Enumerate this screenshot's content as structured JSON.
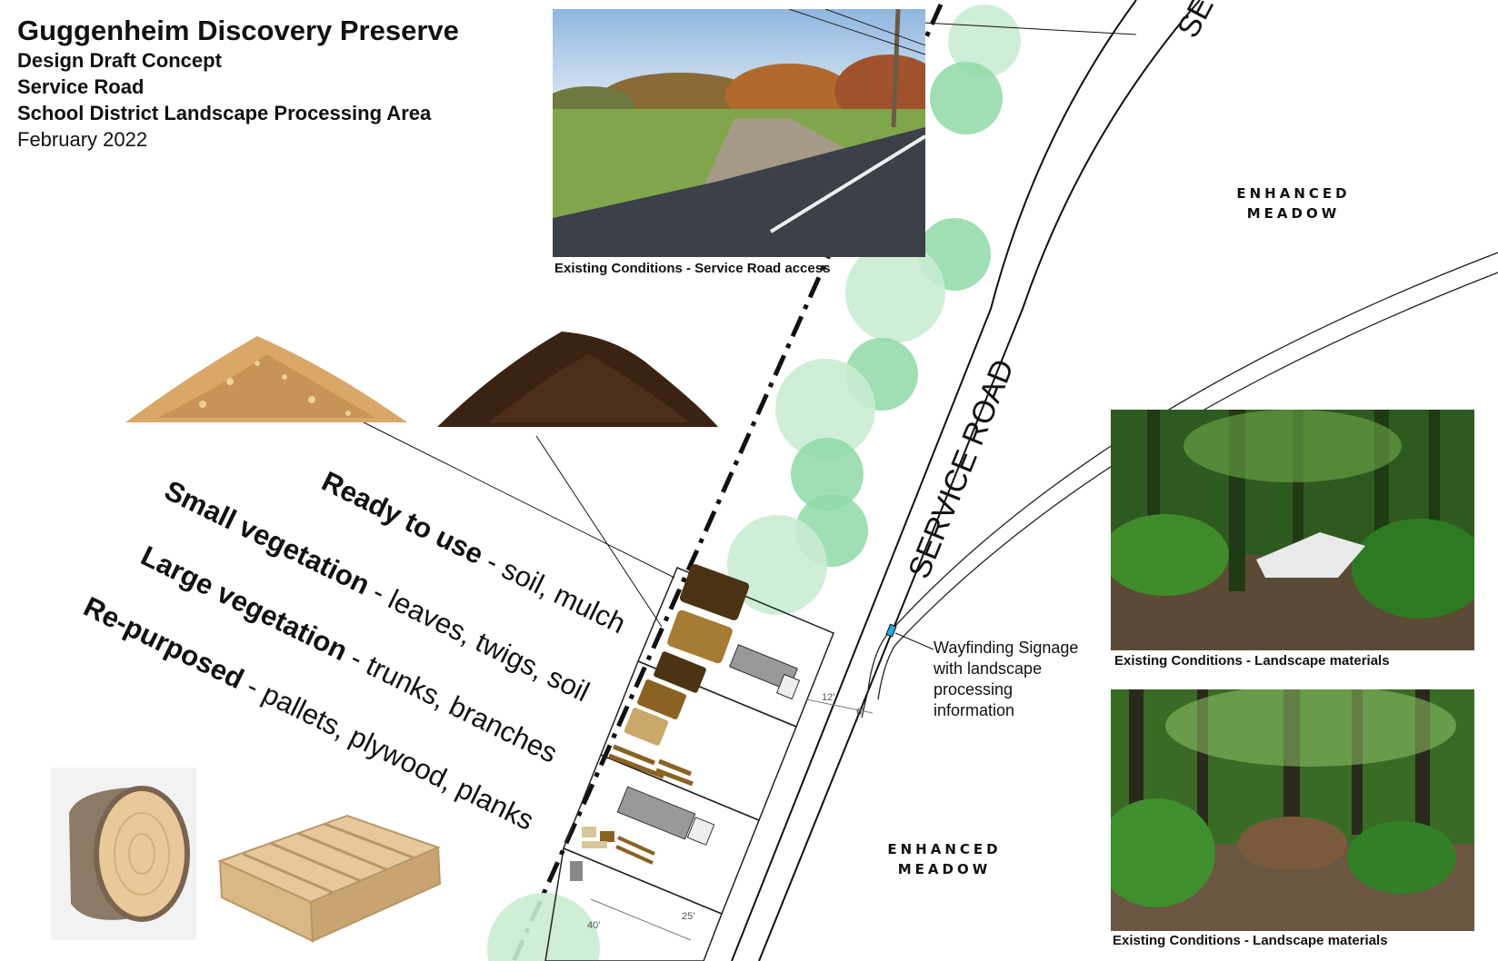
{
  "title": {
    "main": "Guggenheim Discovery Preserve",
    "line1": "Design Draft Concept",
    "line2": "Service Road",
    "line3": "School District Landscape Processing Area",
    "date": "February 2022"
  },
  "captions": {
    "top_photo": "Existing Conditions - Service Road access",
    "right_photo_1": "Existing Conditions - Landscape materials",
    "right_photo_2": "Existing Conditions - Landscape materials"
  },
  "meadow_labels": {
    "upper": [
      "ENHANCED",
      "MEADOW"
    ],
    "lower": [
      "ENHANCED",
      "MEADOW"
    ]
  },
  "road": {
    "label": "SERVICE ROAD",
    "top_label_fragment": "SE"
  },
  "categories": [
    {
      "bold": "Ready to use",
      "rest": " - soil, mulch"
    },
    {
      "bold": "Small vegetation",
      "rest": " - leaves, twigs, soil"
    },
    {
      "bold": "Large vegetation",
      "rest": " - trunks, branches"
    },
    {
      "bold": "Re-purposed",
      "rest": " - pallets, plywood, planks"
    }
  ],
  "signage": {
    "lines": [
      "Wayfinding Signage",
      "with landscape",
      "processing",
      "information"
    ]
  },
  "dimensions": {
    "d12": "12'",
    "d6": "6'",
    "d25": "25'",
    "d40": "40'"
  },
  "colors": {
    "tree_light": "#c9ecd2",
    "tree_mid": "#8fd9a6",
    "mulch_dark": "#4a3413",
    "mulch_gold": "#a67c34",
    "sign_blue": "#2aa6e0"
  }
}
